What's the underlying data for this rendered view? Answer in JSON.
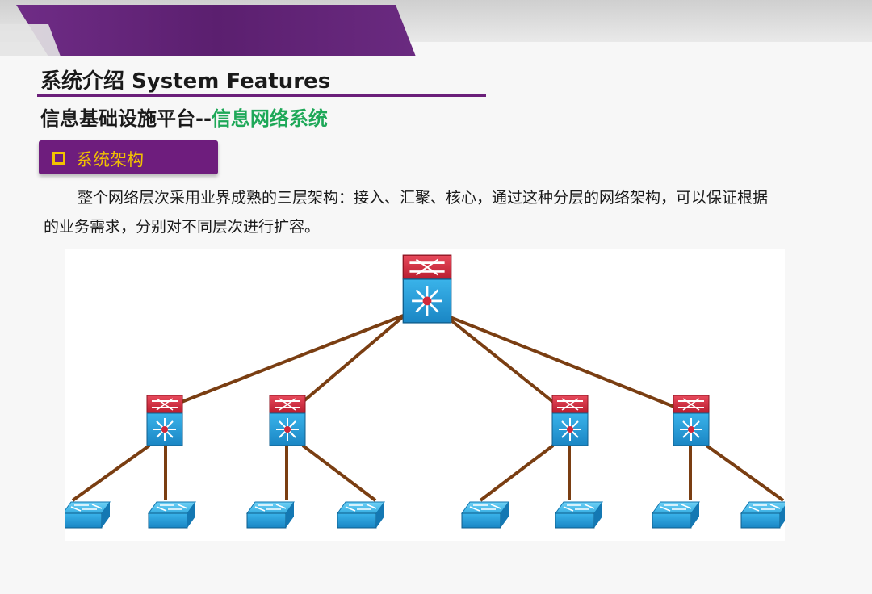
{
  "header": {
    "title": "系统介绍 System Features",
    "subtitle_main": "信息基础设施平台--",
    "subtitle_accent": "信息网络系统"
  },
  "section": {
    "label": "系统架构",
    "icon": "checkbox-icon"
  },
  "body": {
    "text": "整个网络层次采用业界成熟的三层架构：接入、汇聚、核心，通过这种分层的网络架构，可以保证根据的业务需求，分别对不同层次进行扩容。"
  },
  "diagram": {
    "layers": [
      "core",
      "aggregation",
      "access"
    ],
    "core_count": 1,
    "aggregation_count": 4,
    "access_count": 8,
    "colors": {
      "link": "#7a3e12",
      "switch_blue": "#2a9fd6",
      "router_red": "#d2283a"
    }
  },
  "colors": {
    "brand_purple": "#6e1d7d",
    "accent_green": "#1ea858",
    "tag_text_yellow": "#f2c200"
  }
}
